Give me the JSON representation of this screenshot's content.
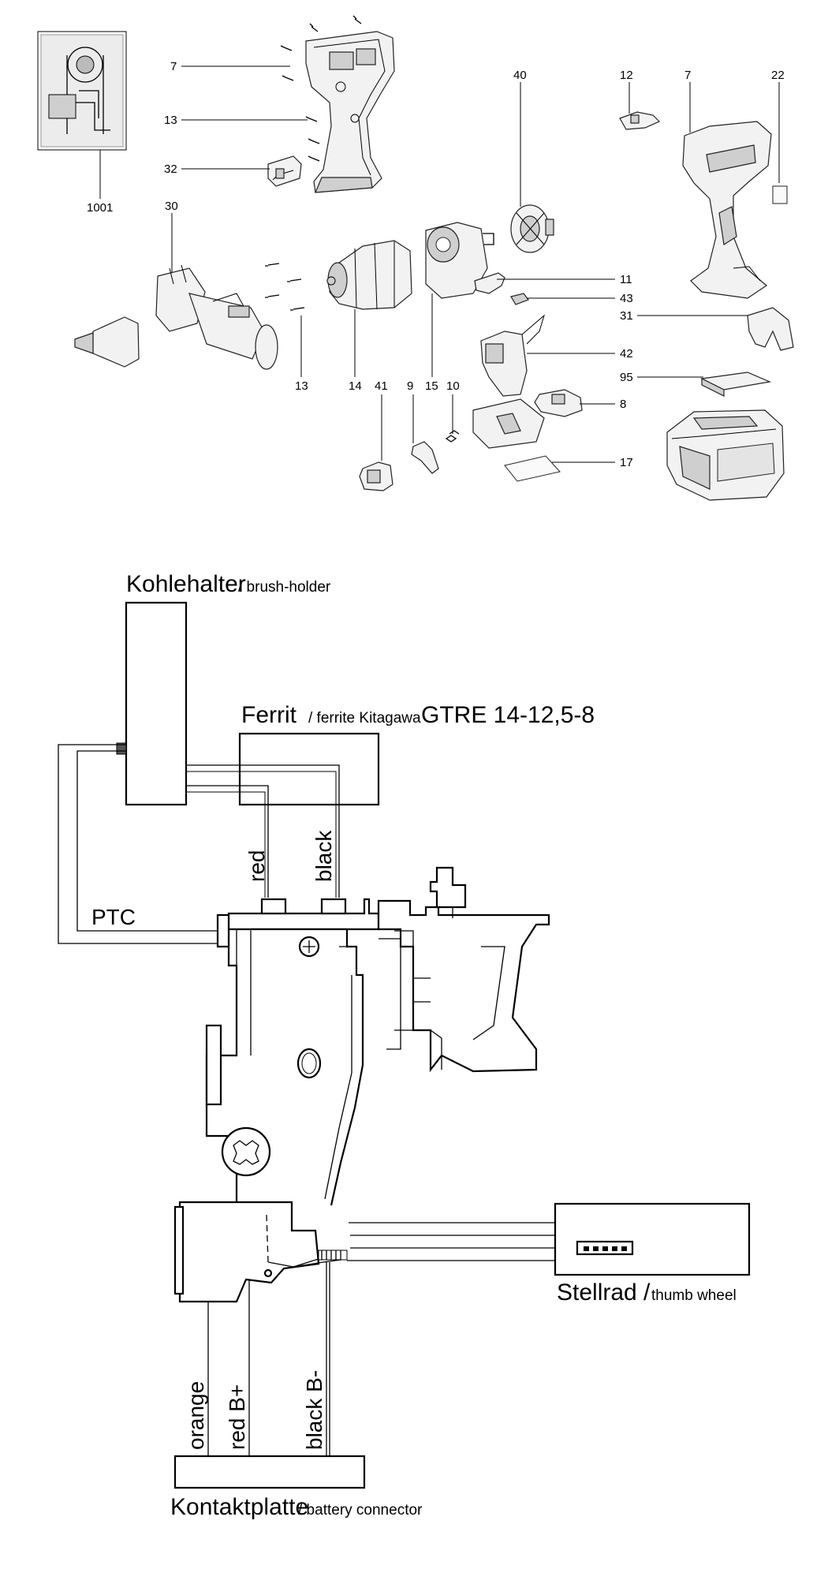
{
  "exploded_view": {
    "callouts": [
      {
        "id": "c-1001",
        "label": "1001"
      },
      {
        "id": "c-7a",
        "label": "7"
      },
      {
        "id": "c-13a",
        "label": "13"
      },
      {
        "id": "c-32",
        "label": "32"
      },
      {
        "id": "c-30",
        "label": "30"
      },
      {
        "id": "c-13b",
        "label": "13"
      },
      {
        "id": "c-14",
        "label": "14"
      },
      {
        "id": "c-41",
        "label": "41"
      },
      {
        "id": "c-9",
        "label": "9"
      },
      {
        "id": "c-15",
        "label": "15"
      },
      {
        "id": "c-10",
        "label": "10"
      },
      {
        "id": "c-40",
        "label": "40"
      },
      {
        "id": "c-11",
        "label": "11"
      },
      {
        "id": "c-43",
        "label": "43"
      },
      {
        "id": "c-42",
        "label": "42"
      },
      {
        "id": "c-8",
        "label": "8"
      },
      {
        "id": "c-17",
        "label": "17"
      },
      {
        "id": "c-12",
        "label": "12"
      },
      {
        "id": "c-7b",
        "label": "7"
      },
      {
        "id": "c-22",
        "label": "22"
      },
      {
        "id": "c-31",
        "label": "31"
      },
      {
        "id": "c-95",
        "label": "95"
      }
    ]
  },
  "wiring": {
    "brush_holder": {
      "de": "Kohlehalter",
      "en": "/ brush-holder"
    },
    "ferrite": {
      "de": "Ferrit",
      "en": "/ ferrite Kitagawa",
      "model": "GTRE 14-12,5-8"
    },
    "ptc": "PTC",
    "wire_red_top": "red",
    "wire_black_top": "black",
    "thumb_wheel": {
      "de": "Stellrad /",
      "en": "thumb wheel"
    },
    "wire_orange": "orange",
    "wire_red_bplus": "red  B+",
    "wire_black_bminus": "black  B-",
    "battery_connector": {
      "de": "Kontaktplatte",
      "en": "/ battery connector"
    }
  }
}
